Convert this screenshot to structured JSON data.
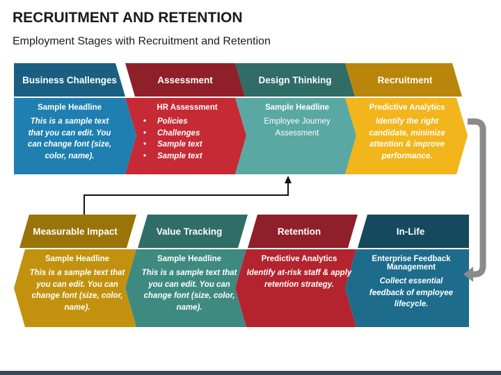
{
  "title": "RECRUITMENT AND RETENTION",
  "subtitle": "Employment Stages with Recruitment and Retention",
  "colors": {
    "blue": "#1f7fb0",
    "blue_dark": "#1a5f82",
    "red": "#c62a35",
    "red_dark": "#8f1f29",
    "teal": "#5aa8a4",
    "teal_dark": "#2f6d66",
    "gold": "#f2b51b",
    "gold_dark": "#b9860b",
    "navy": "#1d6c8c",
    "navy_dark": "#154a5e",
    "connector": "#8a8a8a"
  },
  "top_row": [
    {
      "title": "Business Challenges",
      "headline": "Sample Headline",
      "text": "This is a sample text that you can edit. You can change font (size, color, name)."
    },
    {
      "title": "Assessment",
      "headline": "HR Assessment",
      "bullets": [
        "Policies",
        "Challenges",
        "Sample text",
        "Sample text"
      ]
    },
    {
      "title": "Design Thinking",
      "headline": "Sample Headline",
      "text": "Employee Journey Assessment"
    },
    {
      "title": "Recruitment",
      "headline": "Predictive Analytics",
      "text": "Identify the right candidate, minimize attention & improve performance."
    }
  ],
  "bottom_row": [
    {
      "title": "Measurable Impact",
      "headline": "Sample Headline",
      "text": "This is a sample text that you can edit. You can change font (size, color, name)."
    },
    {
      "title": "Value Tracking",
      "headline": "Sample Headline",
      "text": "This is a sample text that you can edit. You can change font (size, color, name)."
    },
    {
      "title": "Retention",
      "headline": "Predictive Analytics",
      "text": "Identify at-risk staff & apply retention strategy."
    },
    {
      "title": "In-Life",
      "headline": "Enterprise Feedback Management",
      "text": "Collect essential feedback of employee lifecycle."
    }
  ]
}
